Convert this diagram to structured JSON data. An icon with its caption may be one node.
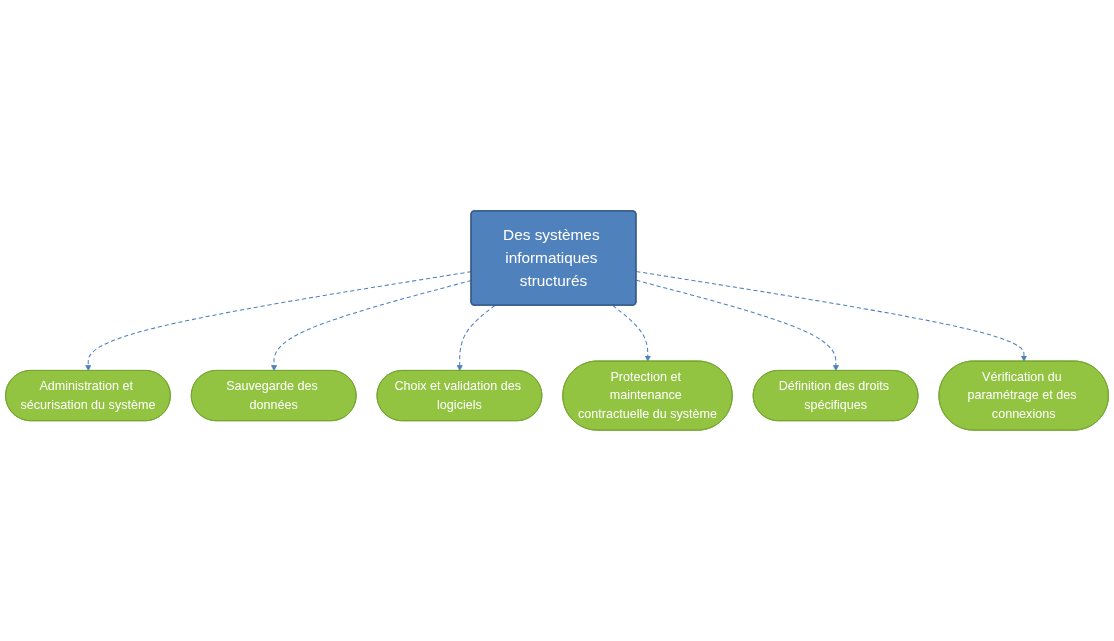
{
  "diagram": {
    "nodes": [
      {
        "text": [
          "Des systèmes informatiques structurés"
        ]
      },
      {
        "text": [
          "Administration et sécurisation du système"
        ]
      },
      {
        "text": [
          "Sauvegarde des données"
        ]
      },
      {
        "text": [
          "Choix et validation des logiciels"
        ]
      },
      {
        "text": [
          "Protection et maintenance contractuelle du système"
        ]
      },
      {
        "text": [
          "Définition des droits spécifiques"
        ]
      },
      {
        "text": [
          "Vérification du paramétrage et des connexions"
        ]
      }
    ],
    "edges": [
      {
        "from": 0,
        "to": 1,
        "arrow": "to",
        "style": "dashed"
      },
      {
        "from": 0,
        "to": 2,
        "arrow": "to",
        "style": "dashed"
      },
      {
        "from": 0,
        "to": 3,
        "arrow": "to",
        "style": "dashed"
      },
      {
        "from": 0,
        "to": 4,
        "arrow": "to",
        "style": "dashed"
      },
      {
        "from": 0,
        "to": 5,
        "arrow": "to",
        "style": "dashed"
      },
      {
        "from": 0,
        "to": 6,
        "arrow": "to",
        "style": "dashed"
      }
    ]
  }
}
